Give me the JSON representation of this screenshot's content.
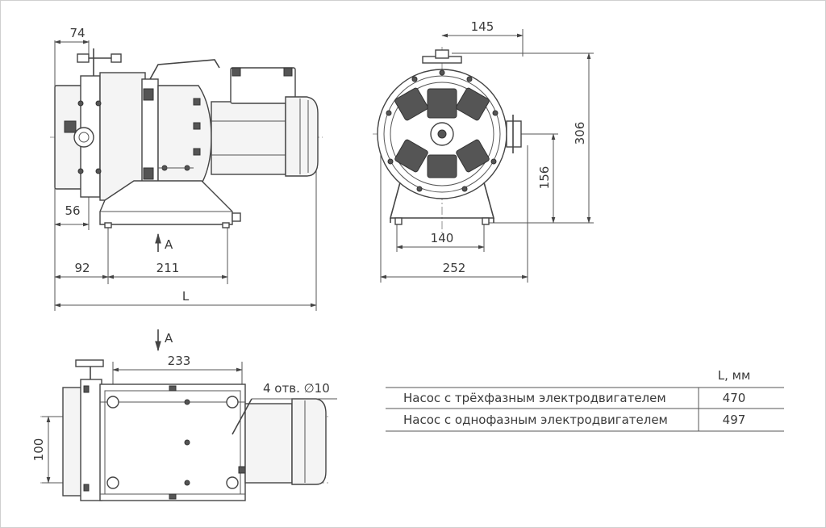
{
  "dimensions": {
    "side": {
      "d74": "74",
      "d56": "56",
      "d92": "92",
      "d211": "211",
      "dL": "L",
      "viewA": "A"
    },
    "front": {
      "d145": "145",
      "d306": "306",
      "d156": "156",
      "d140": "140",
      "d252": "252"
    },
    "bottom": {
      "viewA": "A",
      "d233": "233",
      "holes": "4 отв. ∅10",
      "d100": "100"
    }
  },
  "table": {
    "header": "L, мм",
    "rows": [
      {
        "label": "Насос с трёхфазным электродвигателем",
        "value": "470"
      },
      {
        "label": "Насос с однофазным электродвигателем",
        "value": "497"
      }
    ]
  }
}
